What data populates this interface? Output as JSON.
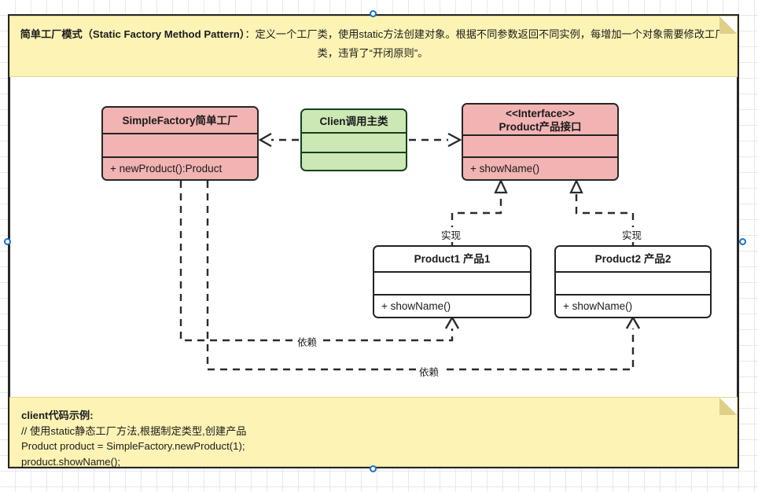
{
  "canvas": {
    "grid": true,
    "grid_color": "#e8e8e8",
    "background": "#ffffff"
  },
  "frame": {
    "border_color": "#262626",
    "selected": true
  },
  "notes": {
    "top": {
      "title_bold": "简单工厂模式（Static Factory Method Pattern）",
      "body": "：定义一个工厂类，使用static方法创建对象。根据不同参数返回不同实例，每增加一个对象需要修改工厂类，违背了“开闭原则”。",
      "fill": "#fdf3b5"
    },
    "bottom": {
      "header": "client代码示例:",
      "lines": [
        "// 使用static静态工厂方法,根据制定类型,创建产品",
        "Product product = SimpleFactory.newProduct(1);",
        "product.showName();"
      ],
      "fill": "#fdf3b5"
    }
  },
  "classes": {
    "factory": {
      "name": "SimpleFactory简单工厂",
      "stereotype": "",
      "attributes": "",
      "operations": "+ newProduct():Product",
      "fill": "#f2b3b3",
      "border": "#262626"
    },
    "client": {
      "name": "Clien调用主类",
      "stereotype": "",
      "attributes": "",
      "operations": "",
      "fill": "#cbe8b5",
      "border": "#16401c"
    },
    "product": {
      "stereotype": "<<Interface>>",
      "name": "Product产品接口",
      "attributes": "",
      "operations": "+ showName()",
      "fill": "#f2b3b3",
      "border": "#262626"
    },
    "product1": {
      "name": "Product1 产品1",
      "stereotype": "",
      "attributes": "",
      "operations": "+ showName()",
      "fill": "#ffffff",
      "border": "#222222"
    },
    "product2": {
      "name": "Product2 产品2",
      "stereotype": "",
      "attributes": "",
      "operations": "+ showName()",
      "fill": "#ffffff",
      "border": "#222222"
    }
  },
  "edges": {
    "client_to_factory": {
      "label": "",
      "type": "dependency"
    },
    "client_to_product": {
      "label": "",
      "type": "dependency"
    },
    "p1_realize_product": {
      "label": "实现",
      "type": "realization"
    },
    "p2_realize_product": {
      "label": "实现",
      "type": "realization"
    },
    "factory_dep_p1": {
      "label": "依赖",
      "type": "dependency"
    },
    "factory_dep_p2": {
      "label": "依赖",
      "type": "dependency"
    }
  }
}
